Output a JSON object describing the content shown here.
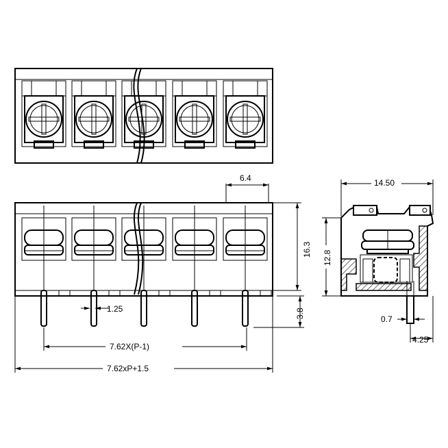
{
  "dimensions": {
    "pitch": "6.4",
    "height": "16.3",
    "pin_width": "1.25",
    "pin_length": "3.8",
    "pin_span": "7.62X(P-1)",
    "overall_length": "7.62xP+1.5",
    "depth": "14.50",
    "side_height": "12.8",
    "pin_thickness": "0.7",
    "pin_offset": "4.25"
  },
  "views": [
    "top-view",
    "front-view",
    "side-view"
  ],
  "colors": {
    "line": "#000000",
    "background": "#ffffff"
  }
}
